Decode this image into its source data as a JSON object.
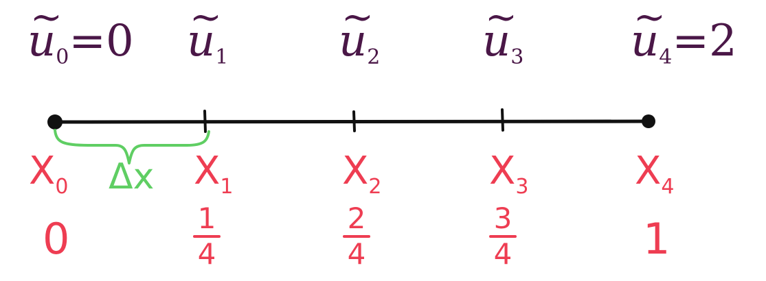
{
  "colors": {
    "u": "#4a1747",
    "x": "#ee3d52",
    "delta": "#5fce63",
    "axis": "#111111"
  },
  "u_labels": [
    {
      "symbol": "u",
      "index": "0",
      "rhs": "0"
    },
    {
      "symbol": "u",
      "index": "1"
    },
    {
      "symbol": "u",
      "index": "2"
    },
    {
      "symbol": "u",
      "index": "3"
    },
    {
      "symbol": "u",
      "index": "4",
      "rhs": "2"
    }
  ],
  "x_labels": [
    {
      "symbol": "X",
      "index": "0"
    },
    {
      "symbol": "X",
      "index": "1"
    },
    {
      "symbol": "X",
      "index": "2"
    },
    {
      "symbol": "X",
      "index": "3"
    },
    {
      "symbol": "X",
      "index": "4"
    }
  ],
  "values": {
    "v0": "0",
    "v1": {
      "num": "1",
      "den": "4"
    },
    "v2": {
      "num": "2",
      "den": "4"
    },
    "v3": {
      "num": "3",
      "den": "4"
    },
    "v4": "1"
  },
  "delta_label": "Δx",
  "tilde": "~",
  "equals": "="
}
